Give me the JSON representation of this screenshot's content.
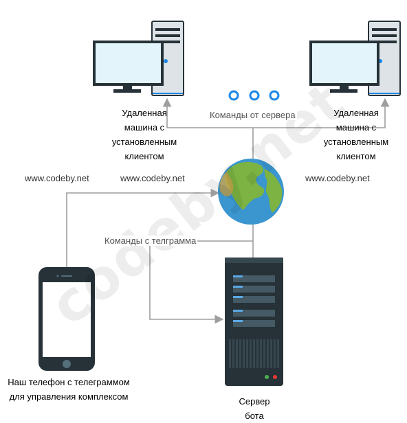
{
  "watermark": "codeby.net",
  "labels": {
    "remote_left": "Удаленная машина с установленным клиентом",
    "remote_right": "Удаленная машина с установленным клиентом",
    "commands_from_server": "Команды от сервера",
    "commands_from_telegram": "Команды с телграмма",
    "phone": "Наш телефон с телеграммом для управления комплексом",
    "server": "Сервер бота"
  },
  "urls": {
    "left": "www.codeby.net",
    "center": "www.codeby.net",
    "right": "www.codeby.net"
  },
  "icons": {
    "dots_color": "#1e88e5",
    "line_color": "#9e9e9e",
    "monitor_screen": "#e3f4fb",
    "dark_body": "#263238"
  }
}
